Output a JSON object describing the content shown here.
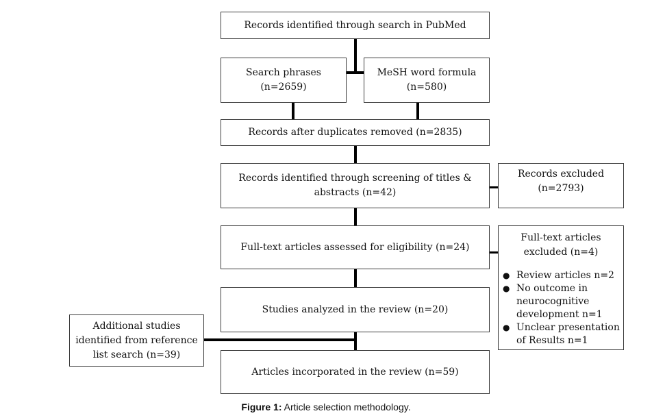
{
  "boxes": {
    "identified": "Records identified through search in PubMed",
    "search_phrases": "Search phrases",
    "search_phrases_n": "(n=2659)",
    "mesh": "MeSH word formula",
    "mesh_n": "(n=580)",
    "after_duplicates": "Records after duplicates removed (n=2835)",
    "screening_line1": "Records identified through screening of titles &",
    "screening_line2": "abstracts (n=42)",
    "excluded": "Records excluded",
    "excluded_n": "(n=2793)",
    "full_text": "Full-text articles assessed for eligibility (n=24)",
    "fulltext_excluded_line1": "Full-text articles",
    "fulltext_excluded_line2": "excluded (n=4)",
    "fulltext_reasons": [
      "Review articles n=2",
      "No outcome in neurocognitive development n=1",
      "Unclear presentation of Results n=1"
    ],
    "analyzed": "Studies analyzed in the review (n=20)",
    "additional_line1": "Additional studies",
    "additional_line2": "identified from reference",
    "additional_line3": "list search (n=39)",
    "incorporated": "Articles incorporated in the review (n=59)"
  },
  "caption": {
    "label": "Figure 1:",
    "text": " Article selection methodology."
  }
}
